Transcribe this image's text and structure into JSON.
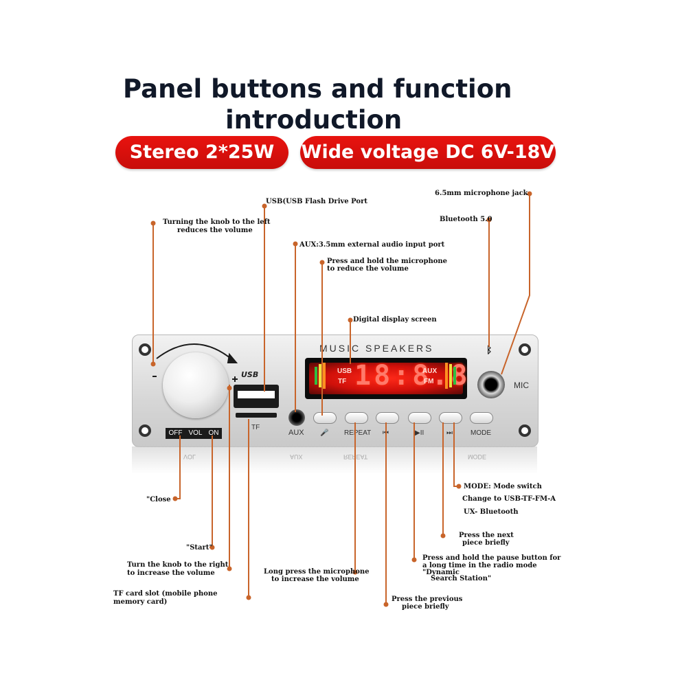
{
  "title_line1": "Panel buttons and function",
  "title_line2": "introduction",
  "badges": {
    "left": "Stereo 2*25W",
    "right": "Wide voltage DC 6V-18V"
  },
  "panel": {
    "header": "MUSIC  SPEAKERS",
    "digits": "18:8.8",
    "tags": {
      "usb": "USB",
      "tf": "TF",
      "aux": "AUX",
      "fm": "FM"
    },
    "vol_bar": {
      "off": "OFF",
      "vol": "VOL",
      "on": "ON"
    },
    "usb_logo": "USB",
    "tf_label": "TF",
    "aux_label": "AUX",
    "mic_label": "MIC",
    "buttons": [
      {
        "name": "mic-volume",
        "label": "",
        "icon": "microphone-icon"
      },
      {
        "name": "repeat",
        "label": "REPEAT",
        "icon": ""
      },
      {
        "name": "previous",
        "label": "⏮",
        "icon": "previous-icon"
      },
      {
        "name": "play-pause",
        "label": "▶II",
        "icon": "play-pause-icon"
      },
      {
        "name": "next",
        "label": "⏭",
        "icon": "next-icon"
      },
      {
        "name": "mode",
        "label": "MODE",
        "icon": ""
      }
    ],
    "bluetooth_icon": "bluetooth-icon"
  },
  "annotations": {
    "usb": "USB(USB Flash Drive Port",
    "knob_left_1": "Turning the knob to the left",
    "knob_left_2": "reduces the volume",
    "aux": "AUX:3.5mm external audio input port",
    "mic_hold_1": "Press and hold the microphone",
    "mic_hold_2": "to reduce the volume",
    "display": "Digital display screen",
    "mic_jack": "6.5mm microphone jack",
    "bluetooth": "Bluetooth 5.0",
    "close": "\"Close",
    "start": "\"Start\"",
    "knob_right_1": "Turn the knob to the right",
    "knob_right_2": "to increase the volume",
    "tf_1": "TF card slot (mobile phone",
    "tf_2": "memory card)",
    "mic_long_1": "Long press the microphone",
    "mic_long_2": "to increase the volume",
    "prev_1": "Press the previous",
    "prev_2": "piece briefly",
    "pause_1": "Press and hold the pause button for",
    "pause_2": "a long time in the radio mode",
    "pause_3": "\"Dynamic",
    "pause_4": "Search Station\"",
    "next_1": "Press the next",
    "next_2": "piece briefly",
    "mode_1": "MODE: Mode switch",
    "mode_2": "Change to USB-TF-FM-A",
    "mode_3": "UX- Bluetooth"
  },
  "colors": {
    "accent": "#e0110d",
    "leader": "#c8642a",
    "title": "#101828"
  }
}
